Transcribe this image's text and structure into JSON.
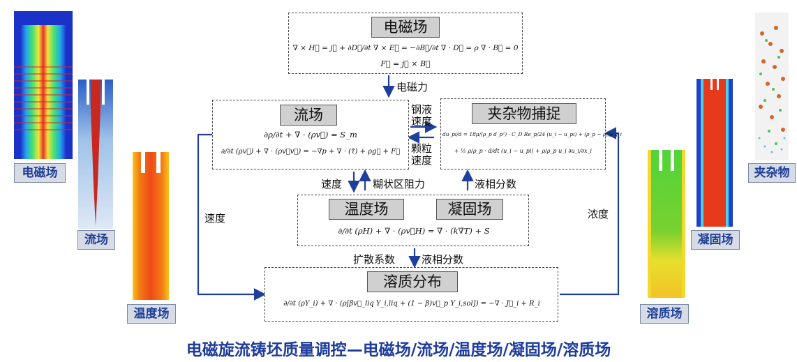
{
  "boxes": {
    "em": {
      "title": "电磁场",
      "eq1": "∇ × H⃗ = j⃗ + ∂D⃗/∂t     ∇ × E⃗ = −∂B⃗/∂t     ∇ · D⃗ = ρ     ∇ · B⃗ = 0",
      "eq2": "F⃗ = j⃗ × B⃗"
    },
    "flow": {
      "title": "流场",
      "eq1": "∂ρ/∂t + ∇ · (ρv⃗) = S_m",
      "eq2": "∂/∂t (ρv⃗) + ∇ · (ρv⃗v⃗) = −∇p + ∇ · (τ̄) + ρg⃗ + F⃗"
    },
    "inclusion": {
      "title": "夹杂物捕捉",
      "eq1": "du_pi/d = 18μ/(ρ_p d_p²) · C_D Re_p/24 (u_i − u_pi) + (ρ_p − ρ)/ρ g_i",
      "eq2": "+ ½ ρ/ρ_p · d/dt (u_i − u_pi) + ρ/ρ_p u_i ∂u_i/∂x_i"
    },
    "temp": {
      "title1": "温度场",
      "title2": "凝固场",
      "eq": "∂/∂t (ρH) + ∇ · (ρv⃗H) = ∇ · (k∇T) + S"
    },
    "solute": {
      "title": "溶质分布",
      "eq": "∂/∂t (ρY_i) + ∇ · (ρ[βv⃗_liq Y_i,liq + (1 − β)v⃗_p Y_i,sol]) = −∇ · J⃗_i + R_i"
    }
  },
  "arrows": {
    "em_force": "电磁力",
    "steel_speed_1": "钢液",
    "steel_speed_2": "速度",
    "particle_speed_1": "颗粒",
    "particle_speed_2": "速度",
    "speed_down": "速度",
    "mushy_drag": "糊状区阻力",
    "liquid_fraction_up": "液相分数",
    "diffusion_coef": "扩散系数",
    "liquid_fraction_down": "液相分数",
    "speed_left": "速度",
    "concentration_right": "浓度"
  },
  "sims": {
    "em": "电磁场",
    "flow": "流场",
    "temp": "温度场",
    "solid": "凝固场",
    "solute": "溶质场",
    "inclusion": "夹杂物"
  },
  "footer": "电磁旋流铸坯质量调控—电磁场/流场/温度场/凝固场/溶质场",
  "colors": {
    "arrow": "#1f3f9a",
    "label_text": "#1d3f9a"
  }
}
